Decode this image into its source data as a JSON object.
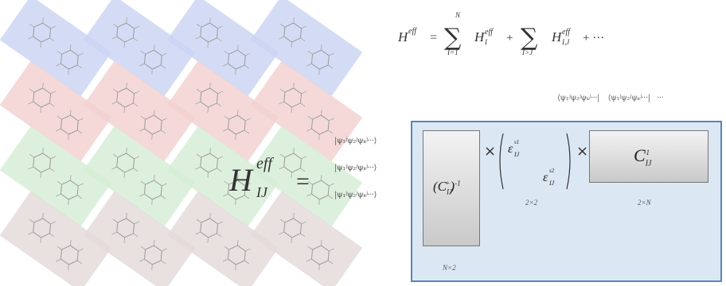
{
  "equation": {
    "lhs": "H",
    "lhs_sup": "eff",
    "equals": "=",
    "sum1_upper": "N",
    "sum1_lower": "I=1",
    "term1": "H",
    "term1_sub": "I",
    "term1_sup": "eff",
    "plus": "+",
    "sum2_lower": "I>J",
    "term2": "H",
    "term2_sub": "I,J",
    "term2_sup": "eff",
    "tail": "+ ···"
  },
  "ket_row": [
    "⟨ψ₁ʲψ₂ʲψₖʲ···|",
    "⟨ψ₁ʲψ₂ʲψₖʲ···|",
    "···"
  ],
  "ket_col": [
    "|ψ₁ʲψ₂ʲψₖʲ···⟩",
    "|ψ₁ʲψ₂ʲψₖʲ···⟩",
    "|ψ₁ʲψ₂ʲψₖʲ···⟩"
  ],
  "heff": {
    "base": "H",
    "sup": "eff",
    "sub": "IJ",
    "equals": "="
  },
  "box": {
    "left_matrix": "(C",
    "left_matrix_sub": "IJ",
    "left_matrix_sup": "+",
    "left_matrix_close": ")",
    "left_matrix_exp": "-1",
    "left_dim": "N×2",
    "times1": "×",
    "eps1": "ε",
    "eps1_sub": "IJ",
    "eps1_sup": "s1",
    "eps2": "ε",
    "eps2_sub": "IJ",
    "eps2_sup": "s2",
    "mid_dim": "2×2",
    "times2": "×",
    "right_matrix": "C",
    "right_matrix_sub": "IJ",
    "right_matrix_sup": "-1",
    "right_dim": "2×N"
  },
  "colors": {
    "blue": "#c9d3f2",
    "red": "#f3cfd0",
    "green": "#d4ecd4",
    "gray": "#e2dad8",
    "box_fill": "#dce7f4",
    "box_border": "#5b85b8"
  },
  "icons": {
    "molecule": "benzene-ring-icon"
  }
}
